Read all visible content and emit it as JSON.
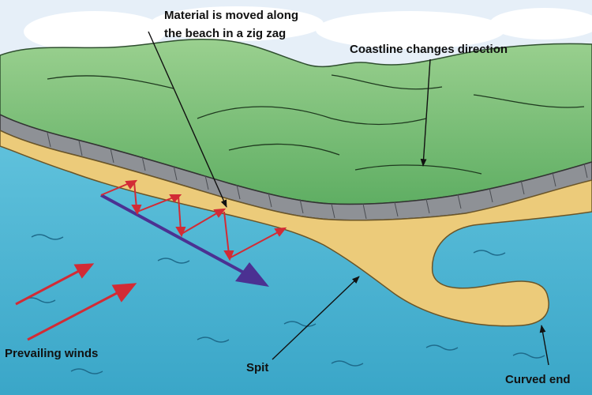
{
  "labels": {
    "material_line1": "Material is moved along",
    "material_line2": "the beach in a zig zag",
    "coastline": "Coastline changes direction",
    "winds": "Prevailing winds",
    "spit": "Spit",
    "curved_end": "Curved end"
  },
  "colors": {
    "sky": "#e4eef7",
    "sea": "#4fb6d3",
    "sand": "#eccb7a",
    "land": "#7cc07a",
    "cliff": "#8e9196",
    "arrow_red": "#d22b35",
    "drift_arrow": "#4b3192"
  }
}
